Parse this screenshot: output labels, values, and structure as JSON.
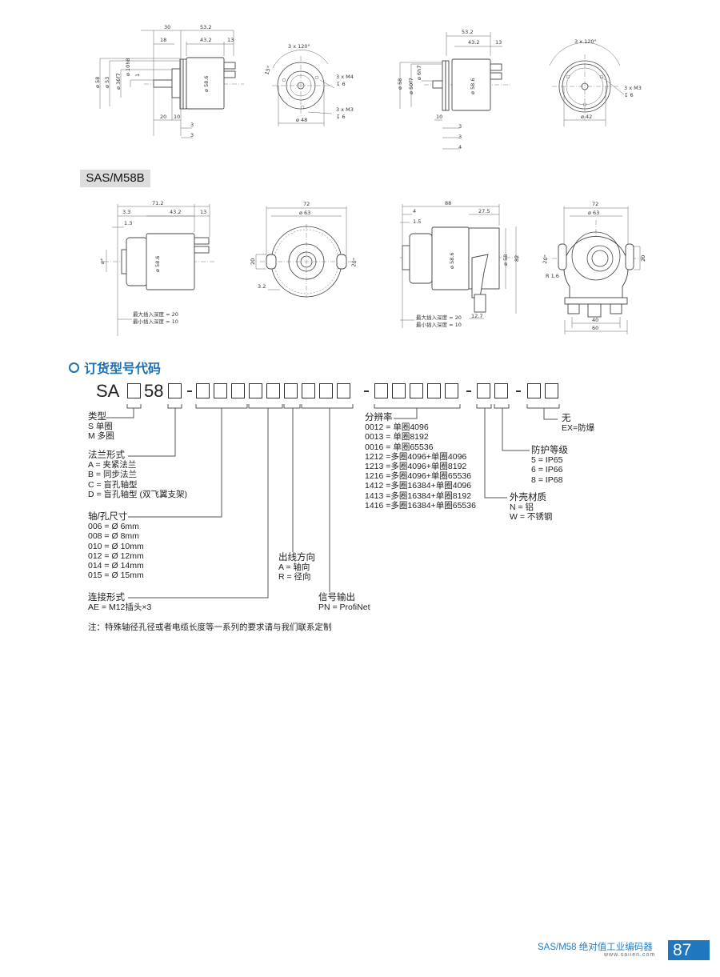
{
  "drawings": [
    {
      "labels": [
        "30",
        "53.2",
        "18",
        "43.2",
        "13",
        "ø 58",
        "ø 53",
        "ø 36f7",
        "ø 10h8",
        "1",
        "ø 58.6",
        "20",
        "10",
        "3",
        "3"
      ]
    },
    {
      "labels": [
        "3 x 120°",
        "15°",
        "3 x M4",
        "↧ 6",
        "3 x M3",
        "↧ 6",
        "ø 48"
      ]
    },
    {
      "labels": [
        "53.2",
        "43.2",
        "13",
        "ø 58",
        "ø 50f7",
        "ø 6h7",
        "ø 58.6",
        "10",
        "3",
        "3",
        "4"
      ]
    },
    {
      "labels": [
        "3 x 120°",
        "3 x M3",
        "↧ 6",
        "ø 42"
      ]
    },
    {
      "labels": [
        "71.2",
        "3.3",
        "43.2",
        "13",
        "1.3",
        "ø*",
        "ø 58.6",
        "最大插入深度 = 20",
        "最小插入深度 = 10"
      ]
    },
    {
      "labels": [
        "72",
        "ø 63",
        "20",
        "20°",
        "3.2"
      ]
    },
    {
      "labels": [
        "88",
        "4",
        "27.5",
        "1.5",
        "ø 58.6",
        "ø 58",
        "82",
        "12.7",
        "最大插入深度 = 20",
        "最小插入深度 = 10"
      ]
    },
    {
      "labels": [
        "72",
        "ø 63",
        "20°",
        "20",
        "R 1.6",
        "40",
        "60"
      ]
    }
  ],
  "series_label": "SAS/M58B",
  "ordering": {
    "heading": "订货型号代码",
    "code_prefix": "SA",
    "code_mid": "58",
    "groups": {
      "type": {
        "title": "类型",
        "items": [
          "S 单圈",
          "M 多圈"
        ]
      },
      "flange": {
        "title": "法兰形式",
        "items": [
          "A = 夹紧法兰",
          "B = 同步法兰",
          "C = 盲孔轴型",
          "D = 盲孔轴型 (双飞翼支架)"
        ]
      },
      "shaft": {
        "title": "轴/孔尺寸",
        "items": [
          "006 = Ø 6mm",
          "008 = Ø 8mm",
          "010 = Ø 10mm",
          "012 = Ø 12mm",
          "014 = Ø 14mm",
          "015 = Ø 15mm"
        ]
      },
      "connection": {
        "title": "连接形式",
        "items": [
          "AE = M12插头×3"
        ]
      },
      "cable": {
        "title": "出线方向",
        "items": [
          "A = 轴向",
          "R = 径向"
        ]
      },
      "signal": {
        "title": "信号输出",
        "items": [
          "PN = ProfiNet"
        ]
      },
      "resolution": {
        "title": "分辨率",
        "items": [
          "0012 = 单圈4096",
          "0013 = 单圈8192",
          "0016 = 单圈65536",
          "1212 =多圈4096+单圈4096",
          "1213 =多圈4096+单圈8192",
          "1216 =多圈4096+单圈65536",
          "1412 =多圈16384+单圈4096",
          "1413 =多圈16384+单圈8192",
          "1416 =多圈16384+单圈65536"
        ]
      },
      "housing": {
        "title": "外壳材质",
        "items": [
          "N = 铝",
          "W = 不锈钢"
        ]
      },
      "protection": {
        "title": "防护等级",
        "items": [
          "5 = IP65",
          "6 = IP66",
          "8 = IP68"
        ]
      },
      "explosion": {
        "title": "无",
        "items": [
          "EX=防爆"
        ]
      }
    },
    "note": "注：特殊轴径孔径或者电缆长度等一系列的要求请与我们联系定制"
  },
  "footer": {
    "title": "SAS/M58 绝对值工业编码器",
    "url": "www.saiien.com",
    "page": "87"
  },
  "colors": {
    "accent": "#1a6fb5",
    "page_box": "#1f78bf",
    "series_bg": "#dcdcdc"
  }
}
